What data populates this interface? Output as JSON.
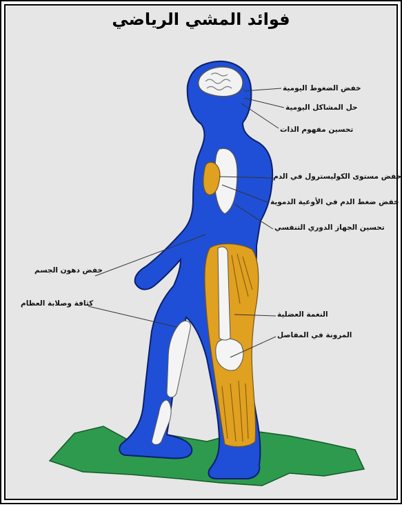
{
  "title": "فوائد المشي الرياضي",
  "labels": {
    "stress": "خفض الضغوط اليومية",
    "problems": "حل المشاكل اليومية",
    "self_concept": "تحسين مفهوم الذات",
    "cholesterol": "خفض مستوى الكوليسترول في الدم",
    "blood_pressure": "خفض ضغط الدم في الأوعية الدموية",
    "respiratory": "تحسين الجهاز الدوري التنفسي",
    "body_fat": "خفض دهون الجسم",
    "bone_density": "كثافة وصلابة العظام",
    "muscle_tone": "النغمة العضلية",
    "joint_flexibility": "المرونة في المفاصل"
  },
  "colors": {
    "background": "#e6e6e6",
    "body": "#1f4fd6",
    "body_outline": "#0a1f6b",
    "ground": "#2e9a4e",
    "muscle": "#e0a020",
    "bone": "#f4f4f4",
    "frame": "#000000"
  }
}
